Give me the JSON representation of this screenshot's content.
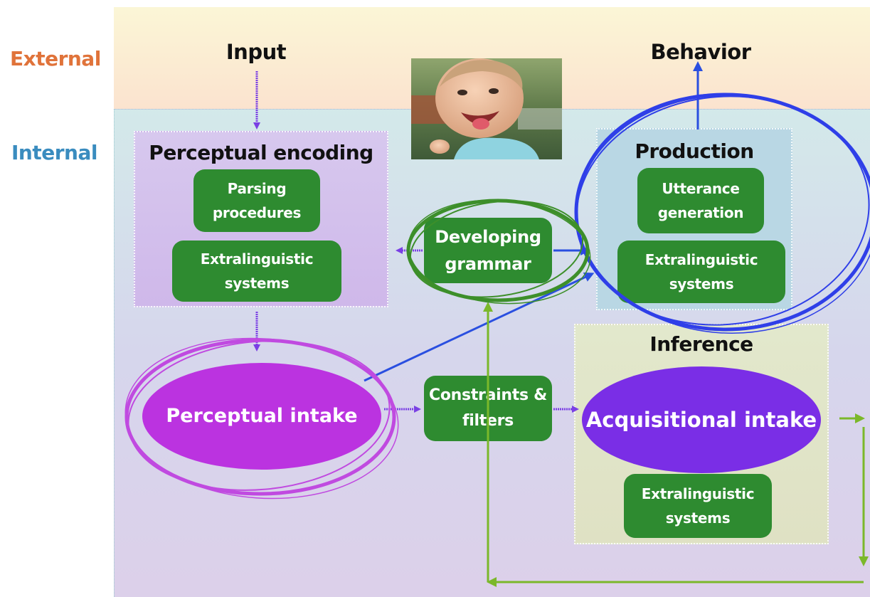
{
  "side_labels": {
    "external": "External",
    "internal": "Internal"
  },
  "headings": {
    "input": "Input",
    "behavior": "Behavior"
  },
  "regions": {
    "perceptual_encoding": {
      "title": "Perceptual encoding",
      "boxes": [
        "Parsing procedures",
        "Extralinguistic systems"
      ]
    },
    "production": {
      "title": "Production",
      "boxes": [
        "Utterance generation",
        "Extralinguistic systems"
      ]
    },
    "inference": {
      "title": "Inference",
      "boxes": [
        "Extralinguistic systems"
      ]
    }
  },
  "nodes": {
    "developing_grammar": "Developing grammar",
    "constraints_filters": "Constraints & filters",
    "perceptual_intake": "Perceptual intake",
    "acquisitional_intake": "Acquisitional intake"
  },
  "colors": {
    "external_label": "#e0733a",
    "internal_label": "#3a8cbf",
    "green_box": "#2e8b30",
    "perceptual_intake": "#bb33e0",
    "acquisitional_intake": "#7a2ee6",
    "purple_arrow": "#7a3fe4",
    "blue_arrow": "#2a4fe0",
    "green_arrow": "#7bb82a",
    "blue_circle": "#2f3fe8",
    "green_circle": "#3d8f2a",
    "magenta_circle": "#c04ae0"
  },
  "photo": {
    "subject": "smiling toddler"
  }
}
